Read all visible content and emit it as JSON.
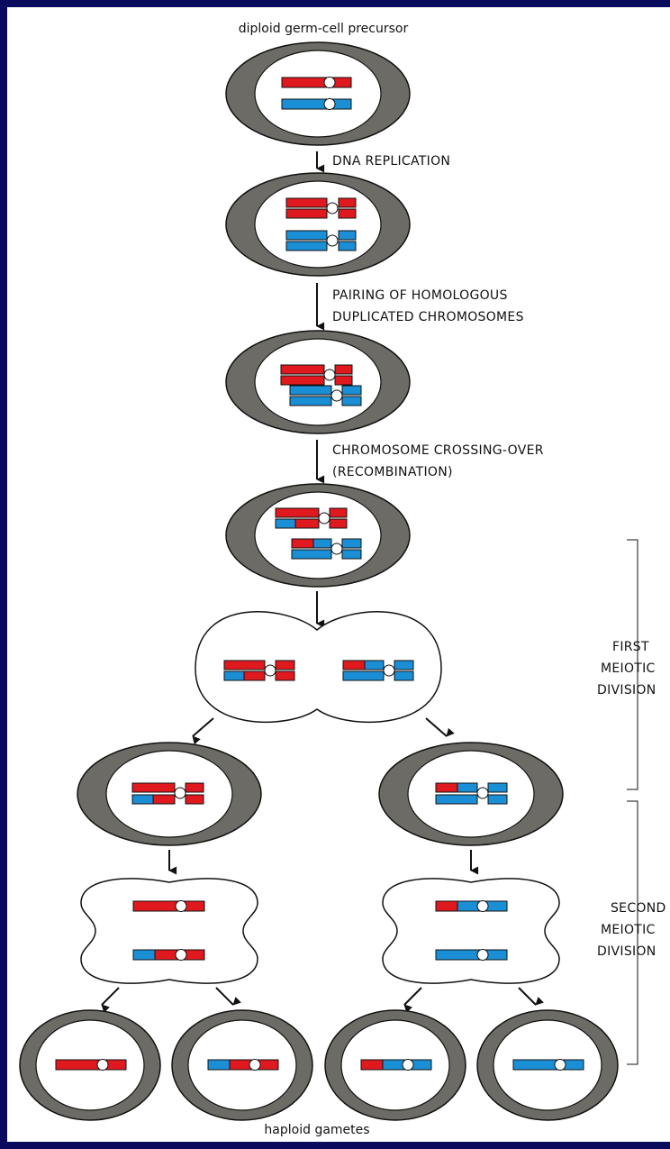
{
  "title": "diploid germ-cell precursor",
  "footer": "haploid gametes",
  "steps": {
    "replication": "DNA REPLICATION",
    "pairing": [
      "PAIRING OF HOMOLOGOUS",
      "DUPLICATED CHROMOSOMES"
    ],
    "crossing": [
      "CHROMOSOME CROSSING-OVER",
      "(RECOMBINATION)"
    ]
  },
  "brackets": {
    "first": [
      "FIRST",
      "MEIOTIC",
      "DIVISION"
    ],
    "second": [
      "SECOND",
      "MEIOTIC",
      "DIVISION"
    ]
  },
  "colors": {
    "maternal": "#e0191e",
    "paternal": "#1a8fd6",
    "cytoplasm": "#6d6b66",
    "nucleus": "#ffffff",
    "outline": "#111111"
  }
}
